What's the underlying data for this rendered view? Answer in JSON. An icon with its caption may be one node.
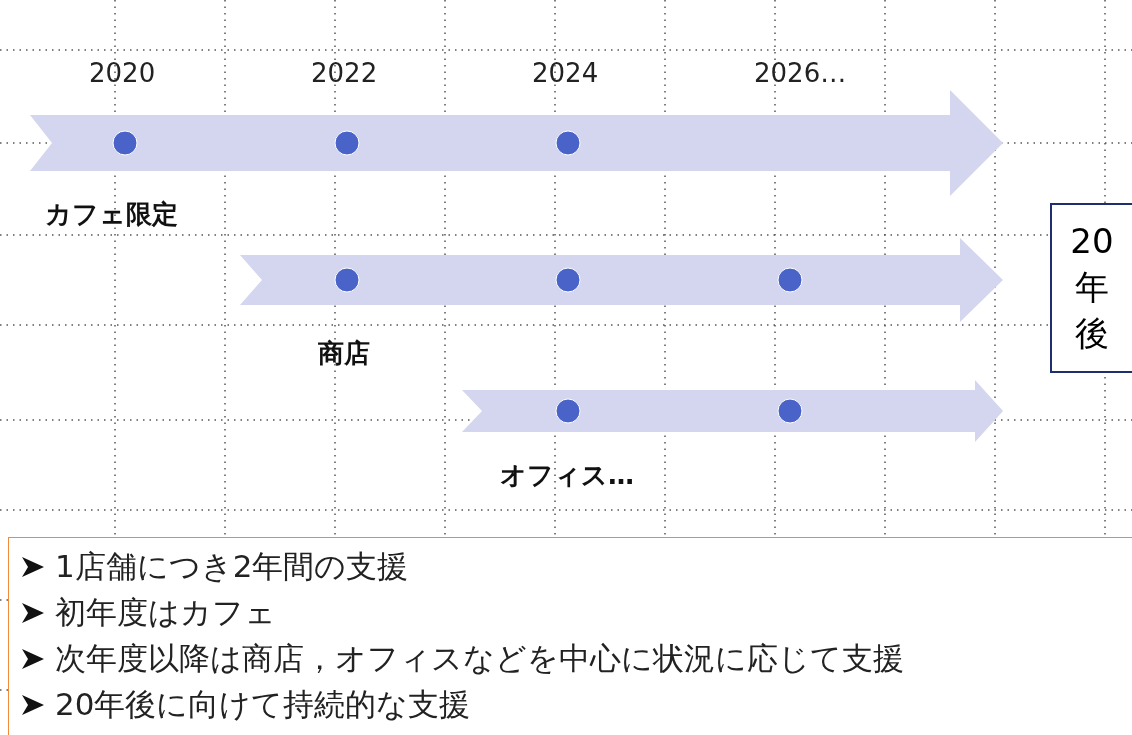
{
  "diagram": {
    "nodes": [
      {
        "text": [],
        "shape": "arrow",
        "beside": [
          "カフェ限定"
        ]
      },
      {
        "text": [],
        "shape": "arrow",
        "beside": [
          "商店"
        ]
      },
      {
        "text": [],
        "shape": "arrow",
        "beside": [
          "オフィス…"
        ]
      },
      {
        "text": [
          "20年後"
        ]
      },
      {
        "text": [
          "1店舗につき2年間の支援",
          "初年度はカフェ",
          "次年度以降は商店，オフィスなどを中心に状況に応じて支援",
          "20年後に向けて持続的な支援"
        ]
      }
    ],
    "edges": [],
    "labels": [
      "2020",
      "2022",
      "2024",
      "2026…"
    ]
  }
}
